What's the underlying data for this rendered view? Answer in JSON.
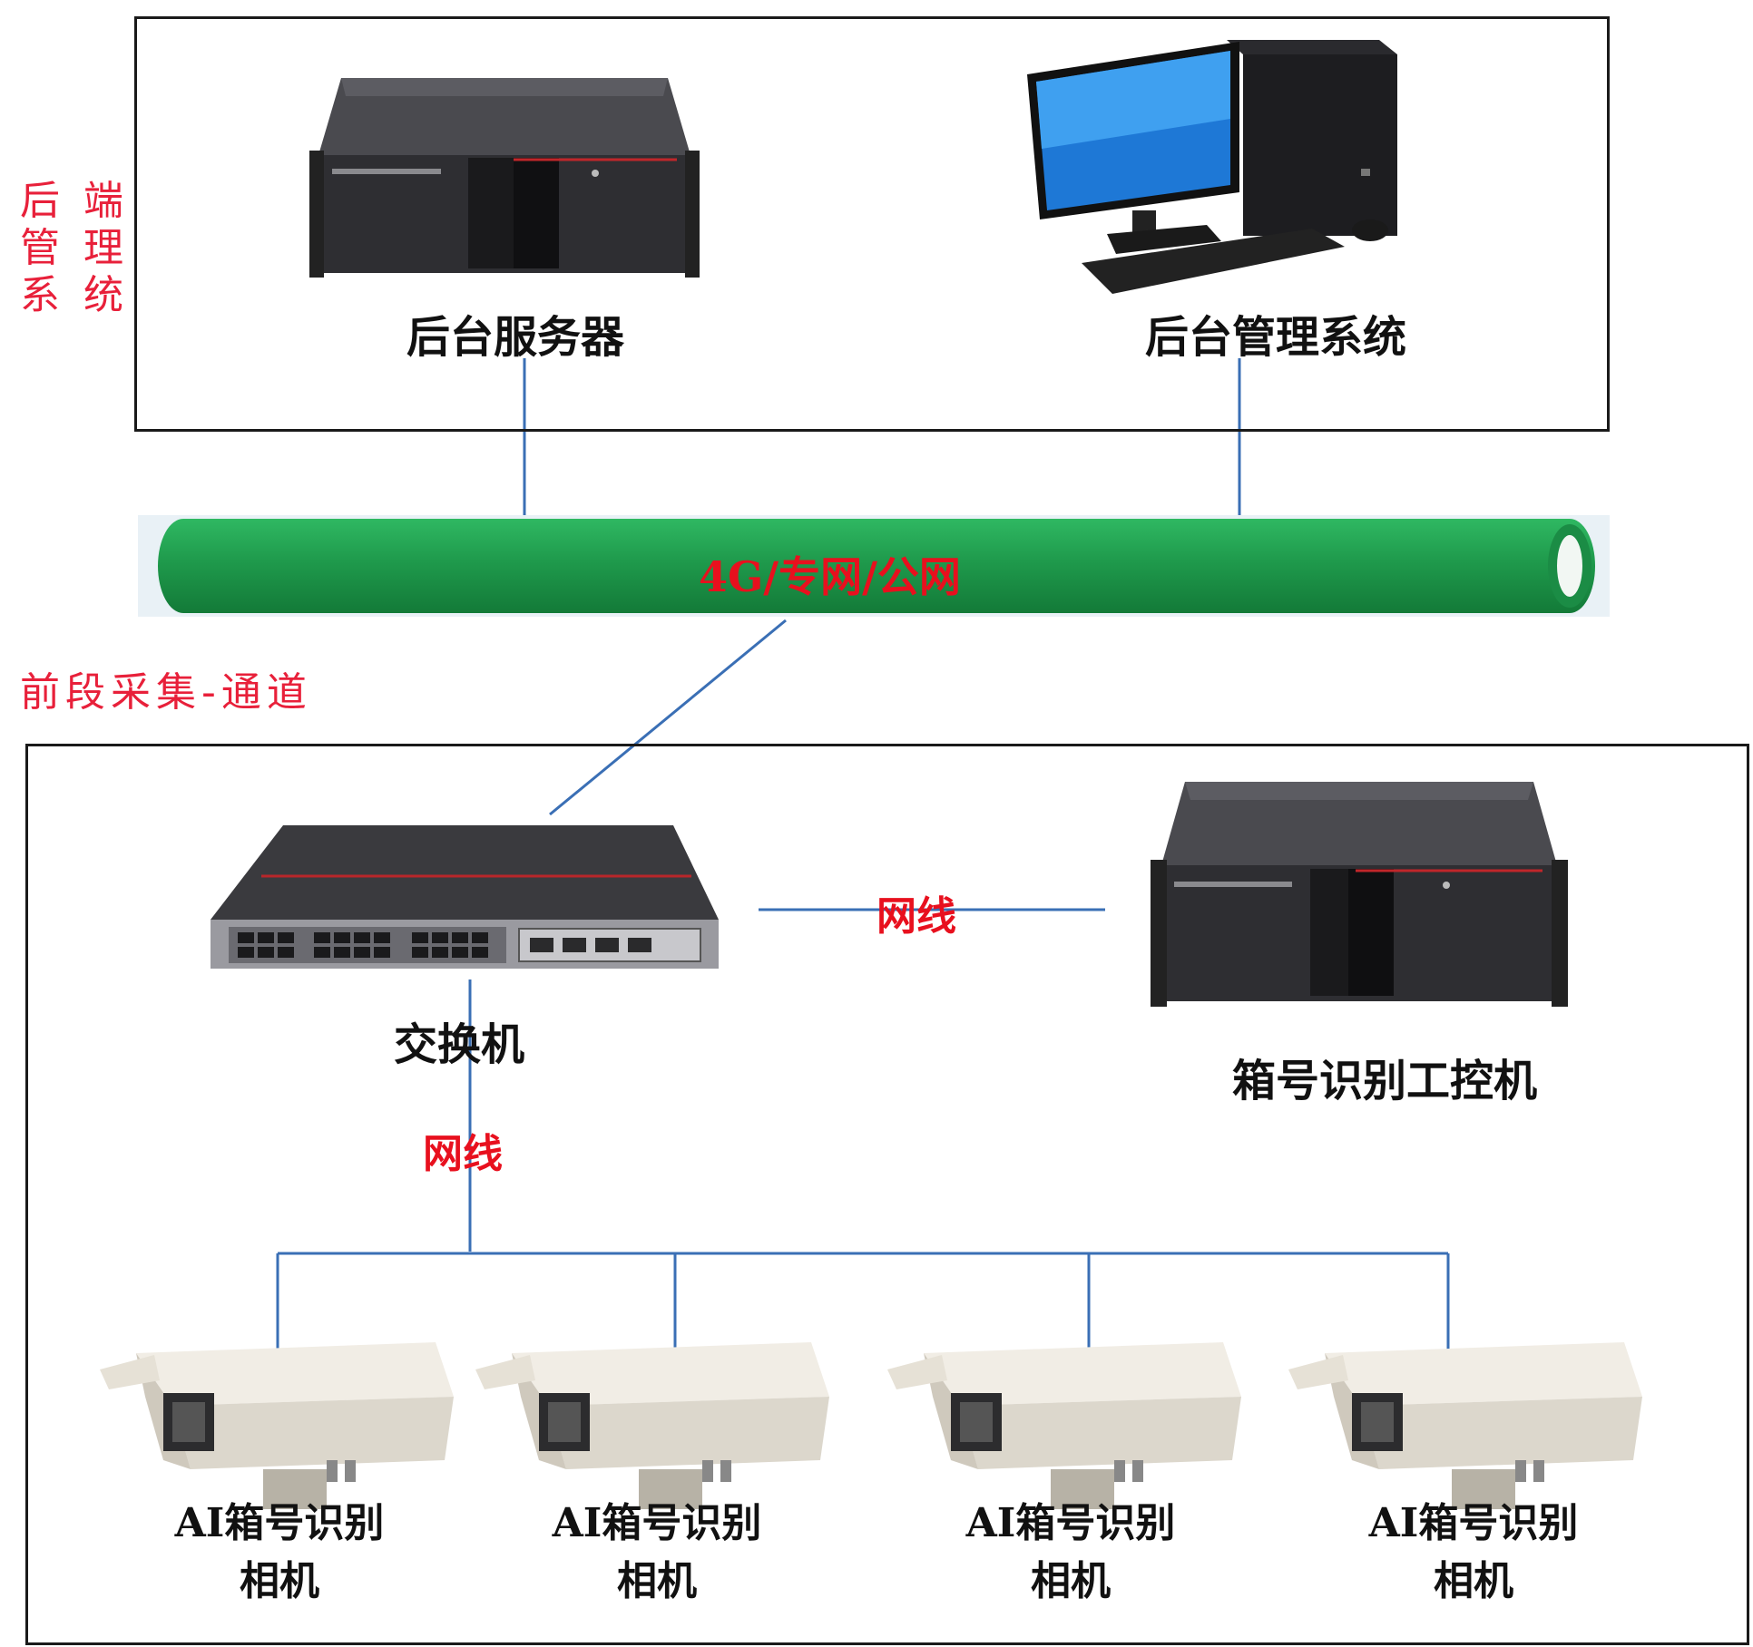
{
  "backend": {
    "side_label_line1": "后 端",
    "side_label_line2": "管 理",
    "side_label_line3": "系 统",
    "server_label": "后台服务器",
    "pc_label": "后台管理系统"
  },
  "network": {
    "pipe_label": "4G/专网/公网"
  },
  "frontend": {
    "side_label": "前段采集-通道",
    "switch_label": "交换机",
    "ipc_label": "箱号识别工控机",
    "link_label_switch_ipc": "网线",
    "link_label_switch_cameras": "网线",
    "cameras": [
      {
        "line1": "AI箱号识别",
        "line2": "相机"
      },
      {
        "line1": "AI箱号识别",
        "line2": "相机"
      },
      {
        "line1": "AI箱号识别",
        "line2": "相机"
      },
      {
        "line1": "AI箱号识别",
        "line2": "相机"
      }
    ]
  },
  "colors": {
    "label_red": "#e8203a",
    "pipe_green": "#1f9a4c",
    "link_blue": "#3a6fb5",
    "device_dark": "#3a3a3e",
    "camera_body": "#e7e3da"
  }
}
